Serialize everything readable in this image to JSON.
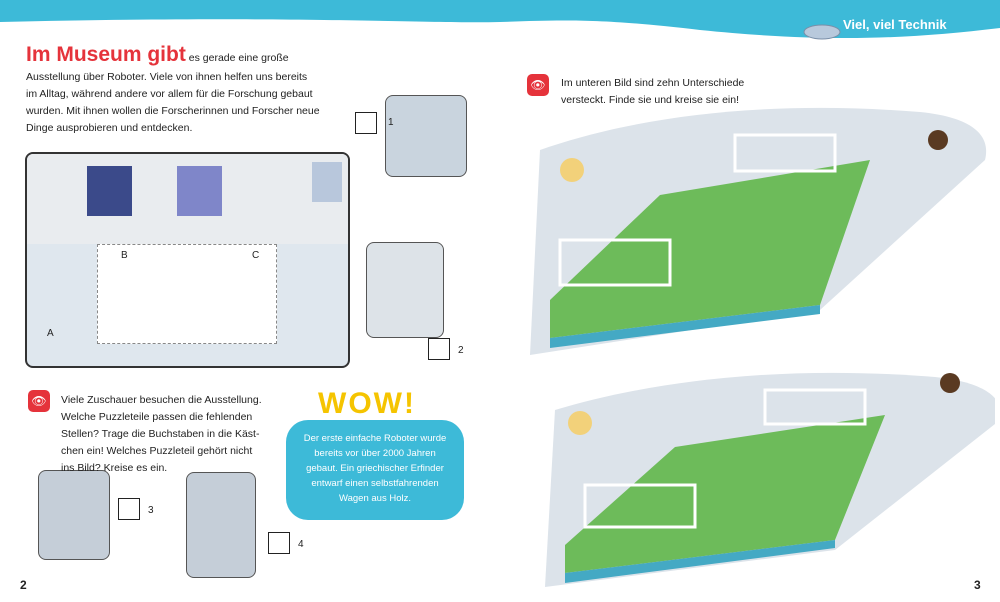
{
  "header": {
    "section_title": "Viel, viel Technik",
    "color": "#3dbad8"
  },
  "left_page": {
    "intro_title": "Im Museum gibt",
    "intro_lines": [
      "es gerade eine große",
      "Ausstellung über Roboter. Viele von ihnen helfen uns bereits",
      "im Alltag, während andere vor allem für die Forschung gebaut",
      "wurden. Mit ihnen wollen die Forscherinnen und Forscher neue",
      "Dinge ausprobieren und entdecken."
    ],
    "puzzle_labels": {
      "a": "A",
      "b": "B",
      "c": "C"
    },
    "pieces": [
      {
        "number": "1"
      },
      {
        "number": "2"
      },
      {
        "number": "3"
      },
      {
        "number": "4"
      }
    ],
    "task_lines": [
      "Viele Zuschauer besuchen die Ausstellung.",
      "Welche Puzzleteile passen die fehlenden",
      "Stellen? Trage die Buchstaben in die Käst-",
      "chen ein! Welches Puzzleteil gehört nicht",
      "ins Bild? Kreise es ein."
    ],
    "wow": {
      "title": "WOW!",
      "lines": [
        "Der erste einfache Roboter wurde",
        "bereits vor über 2000 Jahren",
        "gebaut. Ein griechischer Erfinder",
        "entwarf einen selbstfahrenden",
        "Wagen aus Holz."
      ]
    },
    "page_number": "2"
  },
  "right_page": {
    "task_lines": [
      "Im unteren Bild sind zehn Unterschiede",
      "versteckt. Finde sie und kreise sie ein!"
    ],
    "page_number": "3"
  },
  "icons": {
    "eye": "eye-icon"
  }
}
